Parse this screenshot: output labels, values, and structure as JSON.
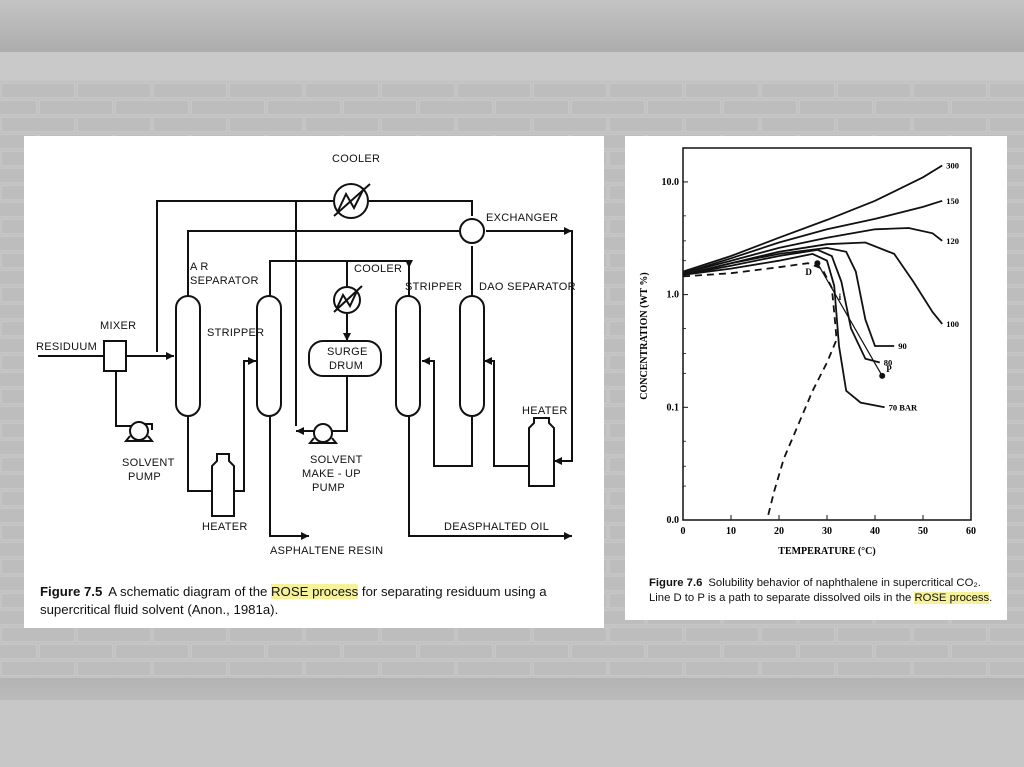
{
  "colors": {
    "highlight": "#f6f29a",
    "ink": "#111111",
    "panel": "#ffffff",
    "wall": "#b9b9b9"
  },
  "left_figure": {
    "labels": {
      "cooler_top": "COOLER",
      "exchanger": "EXCHANGER",
      "ar_separator_1": "A R",
      "ar_separator_2": "SEPARATOR",
      "cooler_mid": "COOLER",
      "stripper_1": "STRIPPER",
      "stripper_2": "STRIPPER",
      "dao_separator": "DAO SEPARATOR",
      "mixer": "MIXER",
      "residuum": "RESIDUUM",
      "surge_1": "SURGE",
      "surge_2": "DRUM",
      "solvent_pump_1": "SOLVENT",
      "solvent_pump_2": "PUMP",
      "solvent_makeup_1": "SOLVENT",
      "solvent_makeup_2": "MAKE - UP",
      "solvent_makeup_3": "PUMP",
      "heater_1": "HEATER",
      "heater_2": "HEATER",
      "asphaltene_resin": "ASPHALTENE RESIN",
      "deasphalted_oil": "DEASPHALTED  OIL"
    },
    "caption": {
      "number": "Figure 7.5",
      "before": "A schematic diagram of the ",
      "highlight": "ROSE process",
      "after": " for separating residuum using a supercritical fluid solvent (Anon., 1981a)."
    }
  },
  "right_figure": {
    "caption": {
      "number": "Figure 7.6",
      "before": "Solubility behavior of naphthalene in supercritical CO₂. Line D to P is a path to separate dissolved oils in the ",
      "highlight": "ROSE process",
      "after": "."
    },
    "chart_data": {
      "type": "line",
      "xlabel": "TEMPERATURE (°C)",
      "ylabel": "CONCENTRATION (WT %)",
      "xlim": [
        0,
        60
      ],
      "ylim": [
        0.01,
        20
      ],
      "y_scale": "log",
      "x_ticks": [
        "0",
        "10",
        "20",
        "30",
        "40",
        "50",
        "60"
      ],
      "y_ticks": [
        "0.0",
        "0.1",
        "1.0",
        "10.0"
      ],
      "series": [
        {
          "name": "300",
          "x": [
            0,
            10,
            20,
            30,
            40,
            50,
            54
          ],
          "y": [
            1.6,
            2.2,
            3.2,
            4.6,
            6.8,
            11,
            14
          ]
        },
        {
          "name": "150",
          "x": [
            0,
            10,
            20,
            30,
            40,
            50,
            54
          ],
          "y": [
            1.55,
            2.1,
            2.9,
            3.8,
            4.7,
            6.0,
            6.8
          ]
        },
        {
          "name": "120",
          "x": [
            0,
            10,
            20,
            30,
            40,
            47,
            52,
            54
          ],
          "y": [
            1.55,
            2.0,
            2.6,
            3.2,
            3.8,
            3.9,
            3.5,
            3.0
          ]
        },
        {
          "name": "100",
          "x": [
            0,
            10,
            20,
            30,
            38,
            44,
            48,
            52,
            54
          ],
          "y": [
            1.5,
            1.9,
            2.4,
            2.8,
            2.9,
            2.3,
            1.3,
            0.7,
            0.55
          ]
        },
        {
          "name": "90",
          "x": [
            0,
            10,
            20,
            30,
            34,
            36,
            38,
            40,
            44
          ],
          "y": [
            1.5,
            1.9,
            2.3,
            2.6,
            2.4,
            1.6,
            0.6,
            0.35,
            0.35
          ]
        },
        {
          "name": "80",
          "x": [
            0,
            10,
            20,
            28,
            31,
            33,
            35,
            38,
            41
          ],
          "y": [
            1.5,
            1.8,
            2.2,
            2.5,
            2.2,
            1.3,
            0.5,
            0.27,
            0.25
          ]
        },
        {
          "name": "70 BAR",
          "x": [
            0,
            10,
            20,
            27,
            30,
            31.5,
            32.5,
            34,
            37,
            42
          ],
          "y": [
            1.5,
            1.7,
            2.0,
            2.3,
            2.0,
            1.2,
            0.35,
            0.14,
            0.11,
            0.1
          ]
        }
      ],
      "boundary": {
        "x": [
          0,
          10,
          20,
          26,
          29,
          31,
          31.5,
          32,
          30,
          27,
          24,
          21,
          19,
          17.5
        ],
        "y": [
          1.45,
          1.55,
          1.75,
          1.9,
          1.7,
          1.15,
          0.7,
          0.4,
          0.25,
          0.14,
          0.07,
          0.035,
          0.018,
          0.01
        ]
      },
      "points": [
        {
          "label": "D",
          "x": 28,
          "y": 1.9
        },
        {
          "label": "P",
          "x": 41.5,
          "y": 0.19
        }
      ],
      "point_marker_i": "i"
    }
  }
}
